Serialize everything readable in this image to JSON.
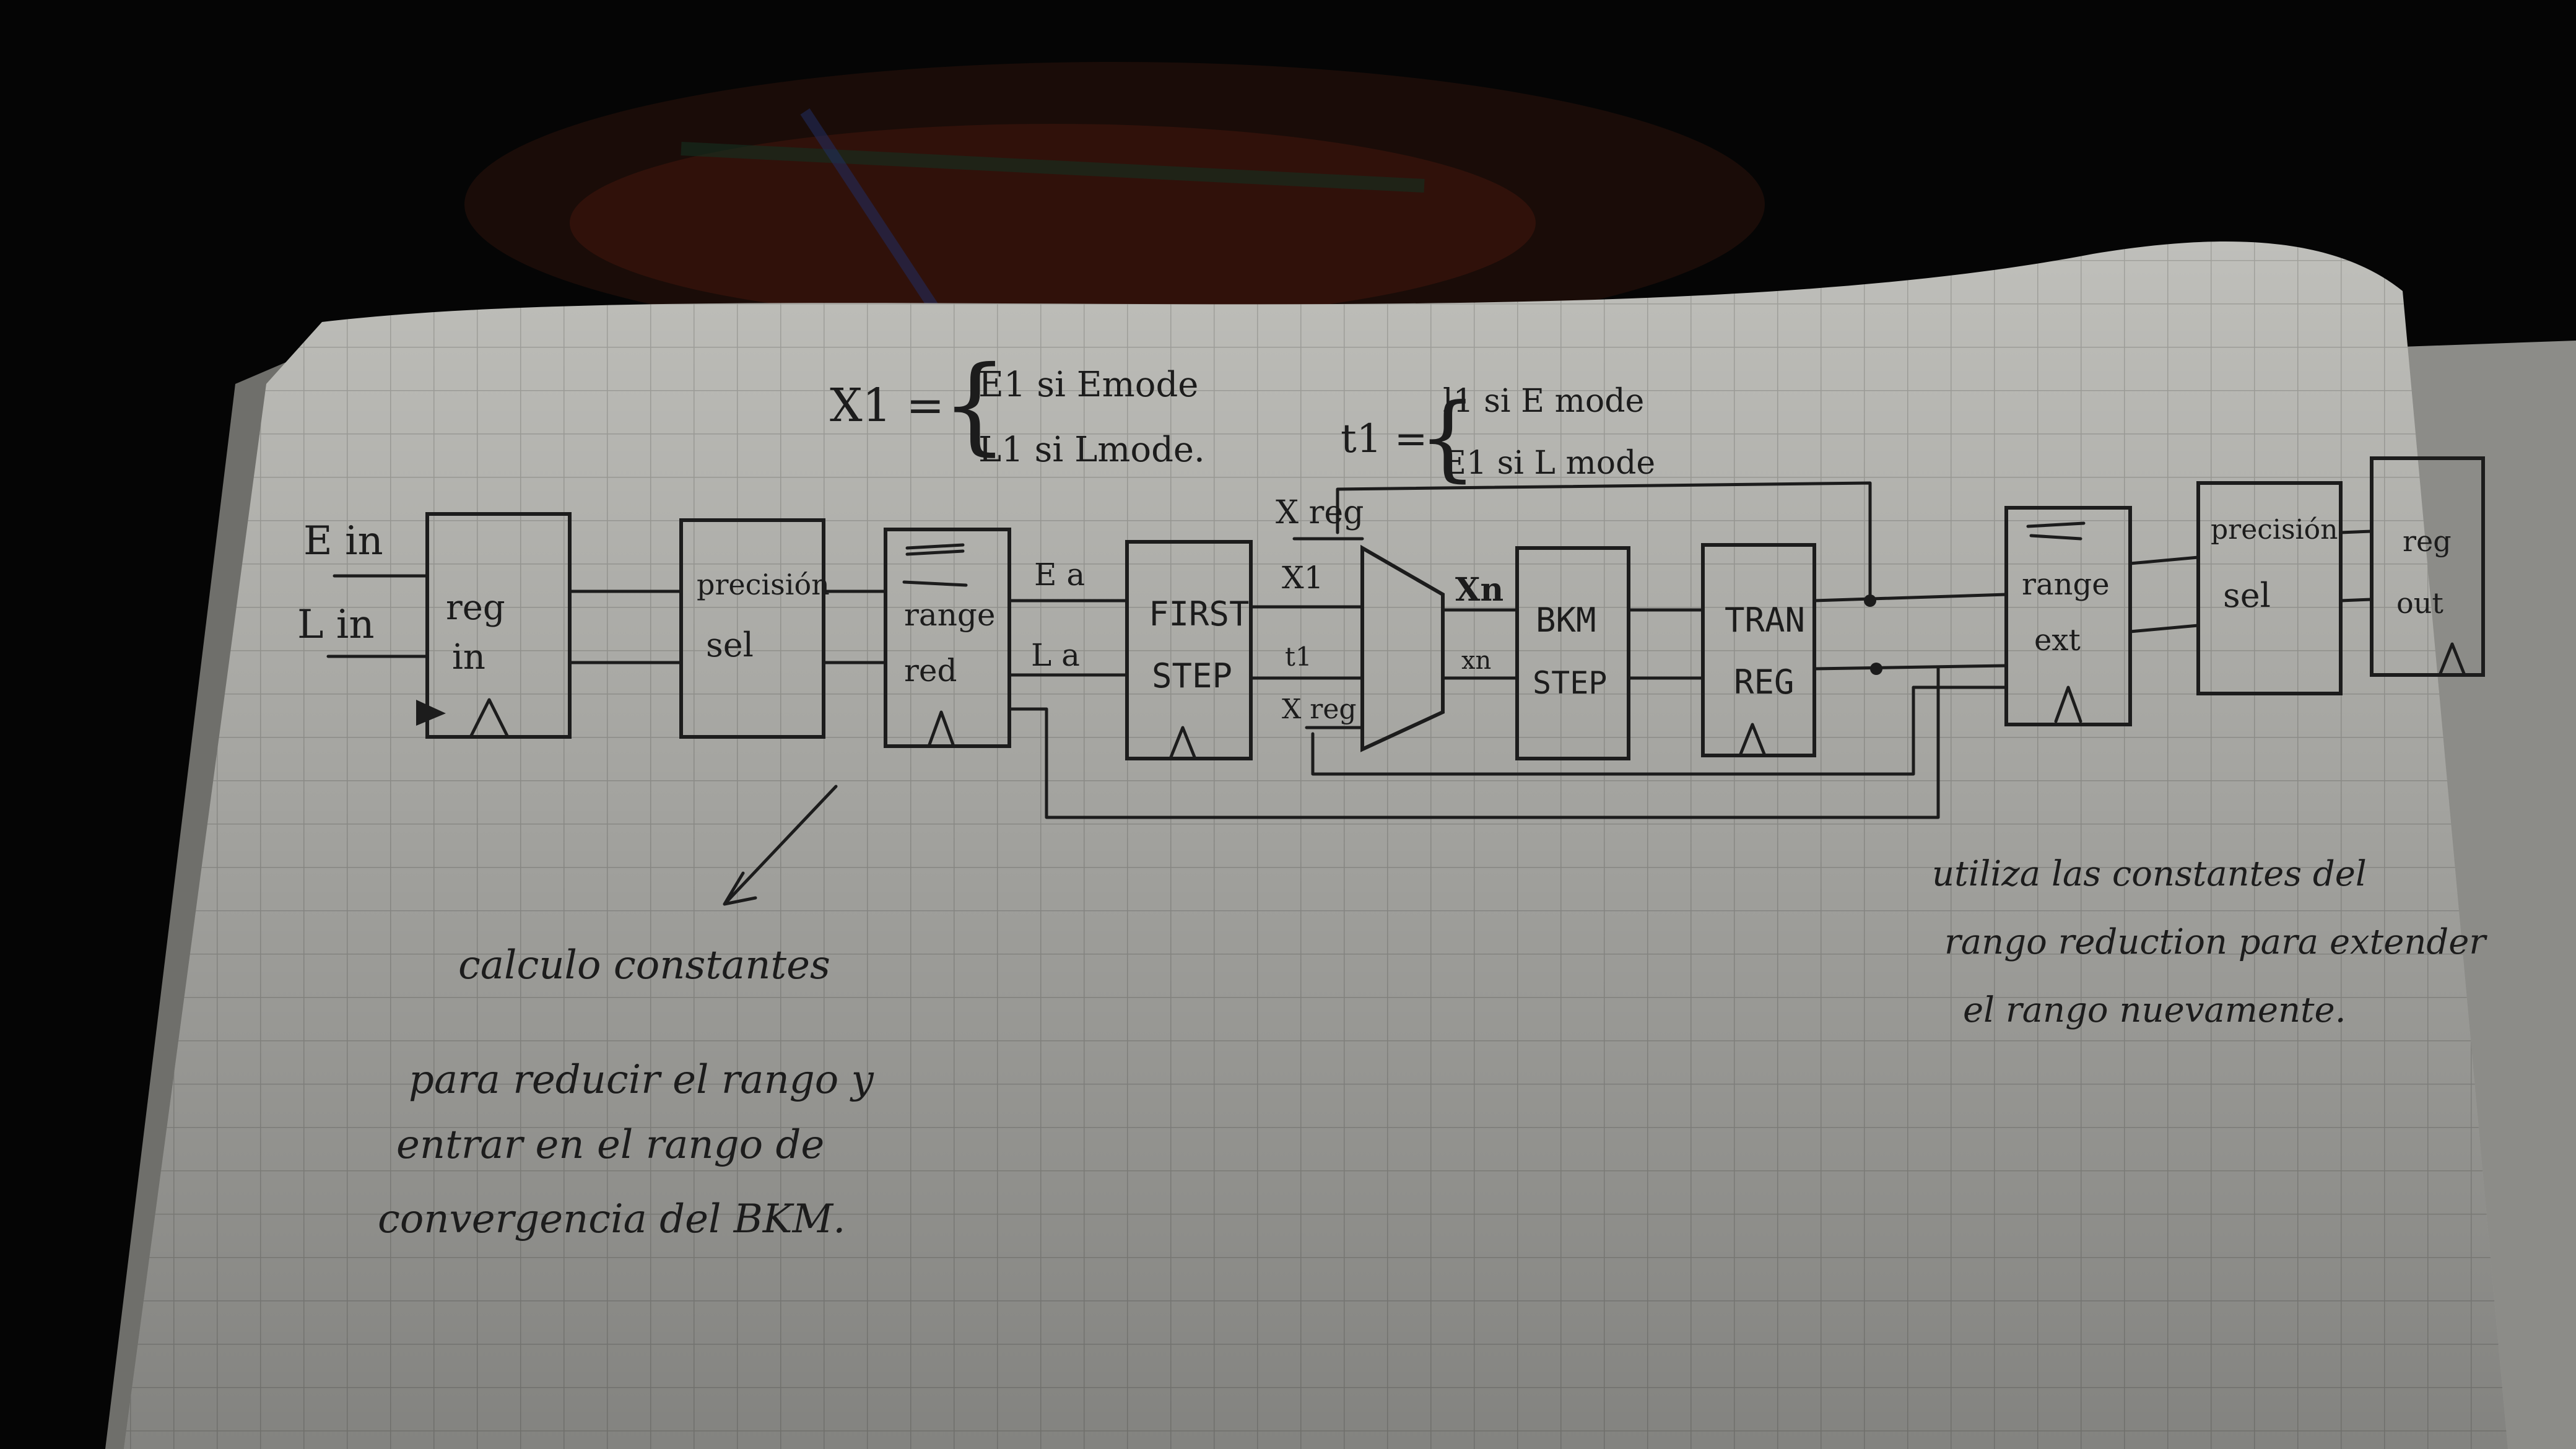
{
  "equations": {
    "x1": {
      "lhs": "X1 =",
      "case1": "E1 si Emode",
      "case2": "L1 si Lmode."
    },
    "t1": {
      "lhs": "t1 =",
      "case1": "l1 si E mode",
      "case2": "E1 si L mode"
    }
  },
  "inputs": {
    "e_in": "E in",
    "l_in": "L in"
  },
  "blocks": {
    "reg_in": [
      "reg",
      "in"
    ],
    "precision_sel_1": [
      "precisión",
      "sel"
    ],
    "range_red": [
      "range",
      "red"
    ],
    "first_step": [
      "FIRST",
      "STEP"
    ],
    "bkm_step": [
      "BKM",
      "STEP"
    ],
    "tran_reg": [
      "TRAN",
      "REG"
    ],
    "range_ext": [
      "range",
      "ext"
    ],
    "precision_sel_2": [
      "precisión",
      "sel"
    ],
    "reg_out": [
      "reg",
      "out"
    ]
  },
  "signals": {
    "ea": "E a",
    "la": "L a",
    "x_reg": "X reg",
    "x1": "X1",
    "t1": "t1",
    "xreg2": "X reg",
    "xn_upper": "Xn",
    "xn_lower": "xn"
  },
  "notes": {
    "left": [
      "calculo constantes",
      "para reducir el rango y",
      "entrar en el rango de",
      "convergencia del BKM."
    ],
    "right": [
      "utiliza las constantes del",
      "rango reduction para extender",
      "el rango nuevamente."
    ]
  }
}
